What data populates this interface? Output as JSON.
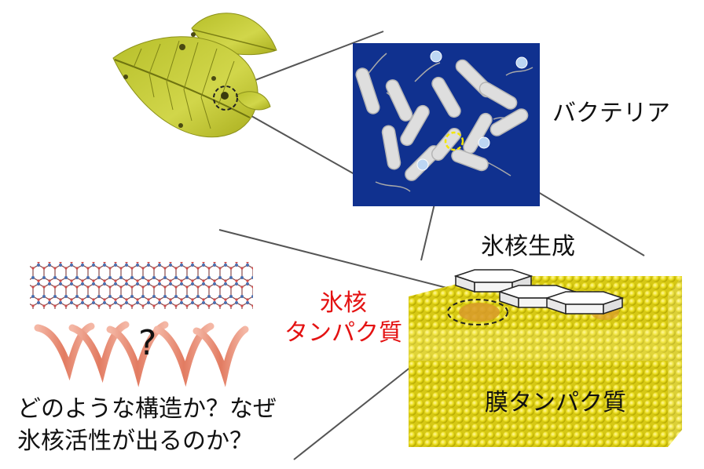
{
  "labels": {
    "bacteria": "バクテリア",
    "ice_nucleation": "氷核生成",
    "ice_nucleation_protein_line1": "氷核",
    "ice_nucleation_protein_line2": "タンパク質",
    "membrane_protein": "膜タンパク質",
    "question_line1": "どのような構造か？なぜ",
    "question_line2": "氷核活性が出るのか？",
    "question_mark": "?"
  },
  "colors": {
    "leaf": "#c8cc3a",
    "bacteria_panel": "#10318f",
    "bacterium": "#d9d9d9",
    "membrane": "#ecdf1f",
    "protein": "#d89a2a",
    "ribbon": "#e98f78",
    "red_label": "#e41212",
    "highlight_circle": "#f3e600"
  },
  "icons": [
    "leaf-icon",
    "bacterium-icon",
    "ice-crystal-icon",
    "hexagon-icon",
    "protein-ribbon-icon",
    "membrane-bilayer-icon"
  ]
}
